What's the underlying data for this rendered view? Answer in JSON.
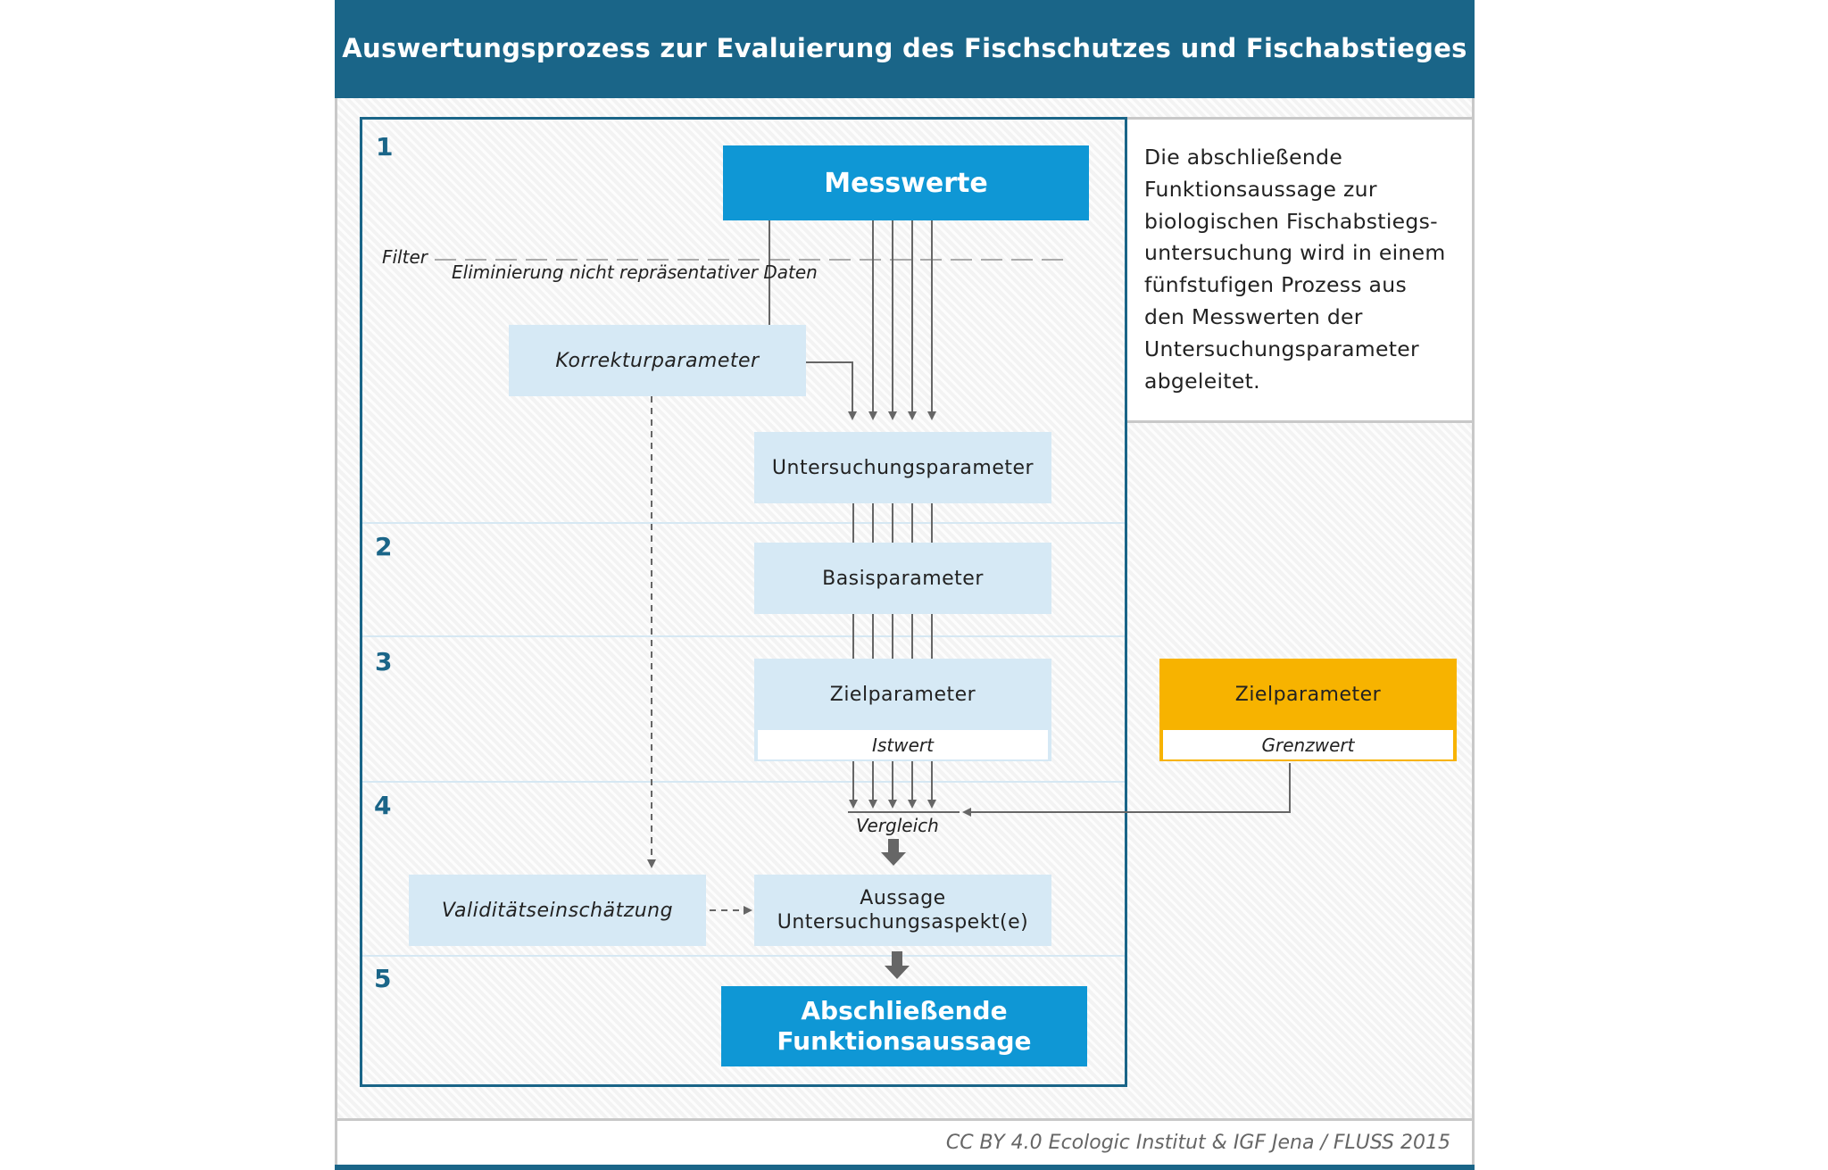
{
  "title": "Auswertungsprozess zur Evaluierung des Fischschutzes und Fischabstieges",
  "description": "Die abschließende Funktionsaussage zur biologischen Fischabstiegs-untersuchung wird in einem fünfstufigen Prozess aus den Messwerten der Untersuchungsparameter abgeleitet.",
  "description_lines": [
    "Die abschließende",
    "Funktionsaussage zur",
    "biologischen Fischabstiegs-",
    "untersuchung wird in einem",
    "fünfstufigen Prozess aus",
    "den Messwerten der",
    "Untersuchungsparameter",
    "abgeleitet."
  ],
  "stages": [
    "1",
    "2",
    "3",
    "4",
    "5"
  ],
  "nodes": {
    "messwerte": "Messwerte",
    "filter": "Filter",
    "eliminierung": "Eliminierung nicht repräsentativer Daten",
    "korrekturparameter": "Korrekturparameter",
    "untersuchungsparameter": "Untersuchungsparameter",
    "basisparameter": "Basisparameter",
    "zielparameter": "Zielparameter",
    "istwert": "Istwert",
    "zielparameter_ref": "Zielparameter",
    "grenzwert": "Grenzwert",
    "vergleich": "Vergleich",
    "validitaet": "Validitätseinschätzung",
    "aussage_line1": "Aussage",
    "aussage_line2": "Untersuchungsaspekt(e)",
    "final_line1": "Abschließende",
    "final_line2": "Funktionsaussage"
  },
  "credit": "CC BY 4.0  Ecologic Institut & IGF Jena / FLUSS 2015",
  "colors": {
    "frame": "#1a6588",
    "primary_box": "#0f97d5",
    "light_box": "#d6e9f5",
    "target_box": "#f7b300",
    "arrow": "#666666"
  }
}
